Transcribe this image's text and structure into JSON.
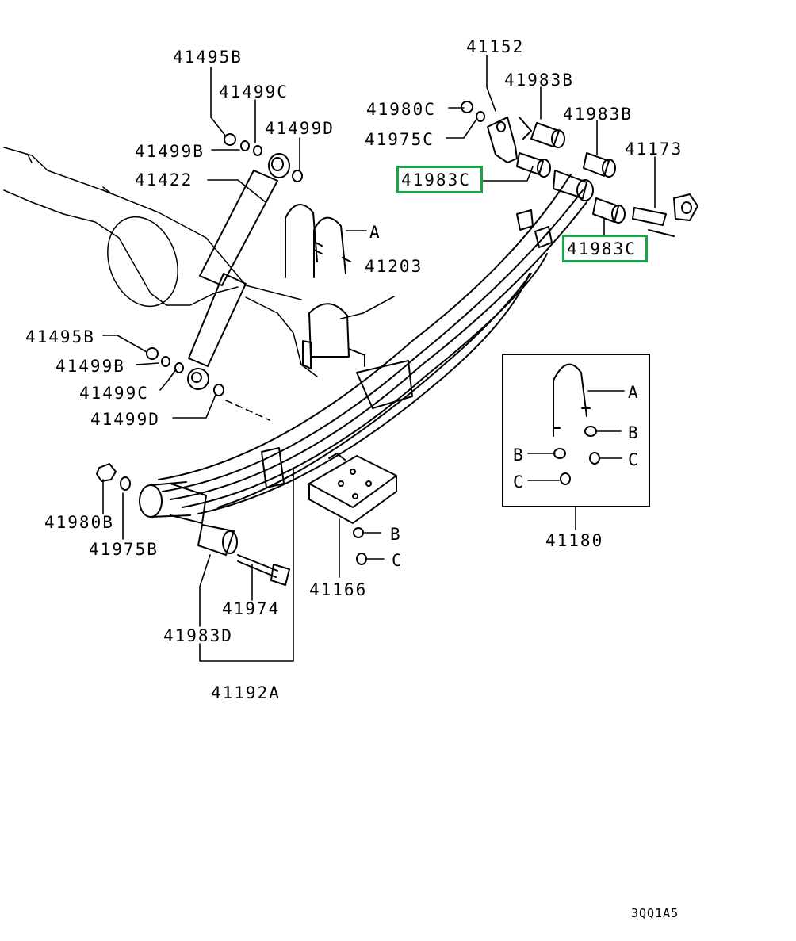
{
  "labels": {
    "p41495B_top": "41495B",
    "p41499C_top": "41499C",
    "p41499D_top": "41499D",
    "p41499B_top": "41499B",
    "p41422": "41422",
    "pA_top": "A",
    "p41203": "41203",
    "p41495B_left": "41495B",
    "p41499B_left": "41499B",
    "p41499C_left": "41499C",
    "p41499D_left": "41499D",
    "p41980B": "41980B",
    "p41975B": "41975B",
    "p41983D": "41983D",
    "p41974": "41974",
    "p41192A": "41192A",
    "p41166": "41166",
    "pB_mid": "B",
    "pC_mid": "C",
    "p41152": "41152",
    "p41983B_1": "41983B",
    "p41980C": "41980C",
    "p41975C": "41975C",
    "p41983C_1": "41983C",
    "p41983B_2": "41983B",
    "p41173": "41173",
    "p41983C_2": "41983C",
    "p41180": "41180",
    "inset_A": "A",
    "inset_B1": "B",
    "inset_B2": "B",
    "inset_C1": "C",
    "inset_C2": "C"
  },
  "highlight_color": "#18a548",
  "highlighted_parts": [
    "41983C",
    "41983C"
  ],
  "diagram_code": "3QQ1A5"
}
